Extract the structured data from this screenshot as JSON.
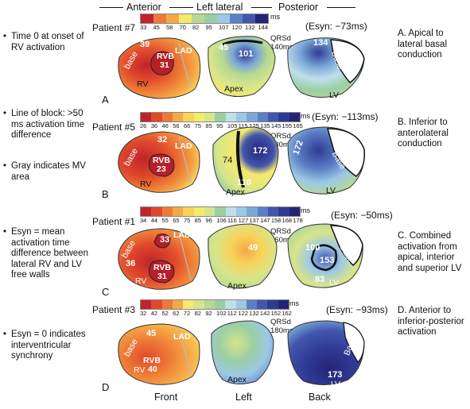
{
  "headers": {
    "anterior": "Anterior",
    "left_lateral": "Left lateral",
    "posterior": "Posterior"
  },
  "footers": {
    "front": "Front",
    "left": "Left",
    "back": "Back"
  },
  "notes": [
    "Time 0 at onset of RV activation",
    "Line of block: >50 ms activation time difference",
    "Gray indicates MV area",
    "Esyn = mean activation time difference between lateral RV and LV free walls",
    "Esyn = 0 indicates interventricular synchrony"
  ],
  "unit": "ms",
  "colors": {
    "scale": [
      "#c0242a",
      "#e04a2c",
      "#ee7a36",
      "#f5a847",
      "#f9d25a",
      "#f4ea6c",
      "#d7e58a",
      "#b5d893",
      "#9bcfa3",
      "#bfe0ea",
      "#9cc8e6",
      "#7aa7d8",
      "#5b7fc5",
      "#4256ad",
      "#2f3a94",
      "#232478"
    ]
  },
  "rows": [
    {
      "patient": "Patient #7",
      "esyn": "(Esyn: −73ms)",
      "qrsd_label": "QRSd",
      "qrsd_value": "140ms",
      "letter": "A",
      "description": "A. Apical to lateral basal conduction",
      "ticks": [
        "33",
        "45",
        "58",
        "70",
        "82",
        "95",
        "107",
        "120",
        "132",
        "144"
      ],
      "labels": {
        "base": "base",
        "rvb": "RVB",
        "rvb_val": "31",
        "rv": "RV",
        "lad": "LAD",
        "a1": "39",
        "l1": "45",
        "l2": "101",
        "apex": "Apex",
        "p1": "134",
        "pbase": "Base",
        "lv": "LV"
      }
    },
    {
      "patient": "Patient #5",
      "esyn": "(Esyn: −113ms)",
      "qrsd_label": "QRSd",
      "qrsd_value": "180ms",
      "letter": "B",
      "description": "B. Inferior to anterolateral conduction",
      "ticks": [
        "26",
        "36",
        "46",
        "56",
        "66",
        "75",
        "85",
        "95",
        "105",
        "115",
        "125",
        "135",
        "145",
        "155",
        "165"
      ],
      "labels": {
        "base": "base",
        "rvb": "RVB",
        "rvb_val": "23",
        "rv": "RV",
        "lad": "LAD",
        "a1": "32",
        "l1": "74",
        "l2": "172",
        "l3": "110",
        "apex": "Apex",
        "p1": "172",
        "pbase": "Base",
        "lv": "LV"
      }
    },
    {
      "patient": "Patient #1",
      "esyn": "(Esyn: −50ms)",
      "qrsd_label": "QRSd",
      "qrsd_value": "160ms",
      "letter": "C",
      "description": "C. Combined activation from apical, interior and superior LV",
      "ticks": [
        "34",
        "44",
        "55",
        "65",
        "75",
        "85",
        "96",
        "106",
        "116",
        "127",
        "137",
        "147",
        "158",
        "168",
        "178"
      ],
      "labels": {
        "base": "base",
        "rvb": "RVB",
        "rvb_val": "31",
        "rv": "RV",
        "lad": "LAD",
        "a1": "33",
        "a2": "36",
        "l1": "49",
        "apex": "Apex",
        "p1": "100",
        "p2": "153",
        "p3": "83",
        "pbase": "Base",
        "lv": "LV"
      }
    },
    {
      "patient": "Patient #3",
      "esyn": "(Esyn: −93ms)",
      "qrsd_label": "QRSd",
      "qrsd_value": "180ms",
      "letter": "D",
      "description": "D. Anterior to inferior-posterior activation",
      "ticks": [
        "32",
        "42",
        "52",
        "62",
        "72",
        "82",
        "92",
        "102",
        "112",
        "122",
        "132",
        "142",
        "152",
        "162"
      ],
      "labels": {
        "base": "base",
        "rvb": "RVB",
        "rvb_val": "40",
        "rv": "RV",
        "lad": "LAD",
        "a1": "45",
        "apex": "Apex",
        "p1": "173",
        "pbase": "Base",
        "lv": "LV"
      }
    }
  ]
}
